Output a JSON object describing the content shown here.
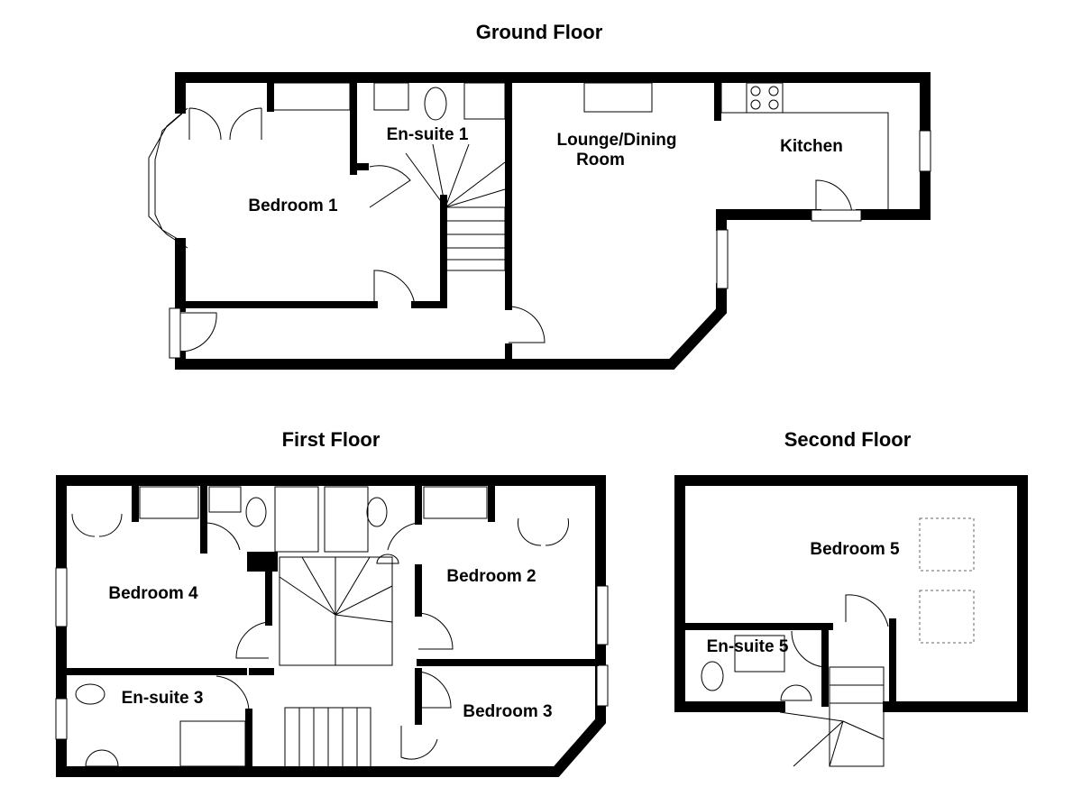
{
  "floors": {
    "ground": {
      "title": "Ground Floor",
      "rooms": {
        "bedroom1": "Bedroom 1",
        "ensuite1": "En-suite 1",
        "lounge_line1": "Lounge/Dining",
        "lounge_line2": "Room",
        "kitchen": "Kitchen"
      }
    },
    "first": {
      "title": "First Floor",
      "rooms": {
        "bedroom4": "Bedroom 4",
        "bedroom2": "Bedroom 2",
        "bedroom3": "Bedroom 3",
        "ensuite3": "En-suite 3"
      }
    },
    "second": {
      "title": "Second Floor",
      "rooms": {
        "bedroom5": "Bedroom 5",
        "ensuite5": "En-suite 5"
      }
    }
  }
}
